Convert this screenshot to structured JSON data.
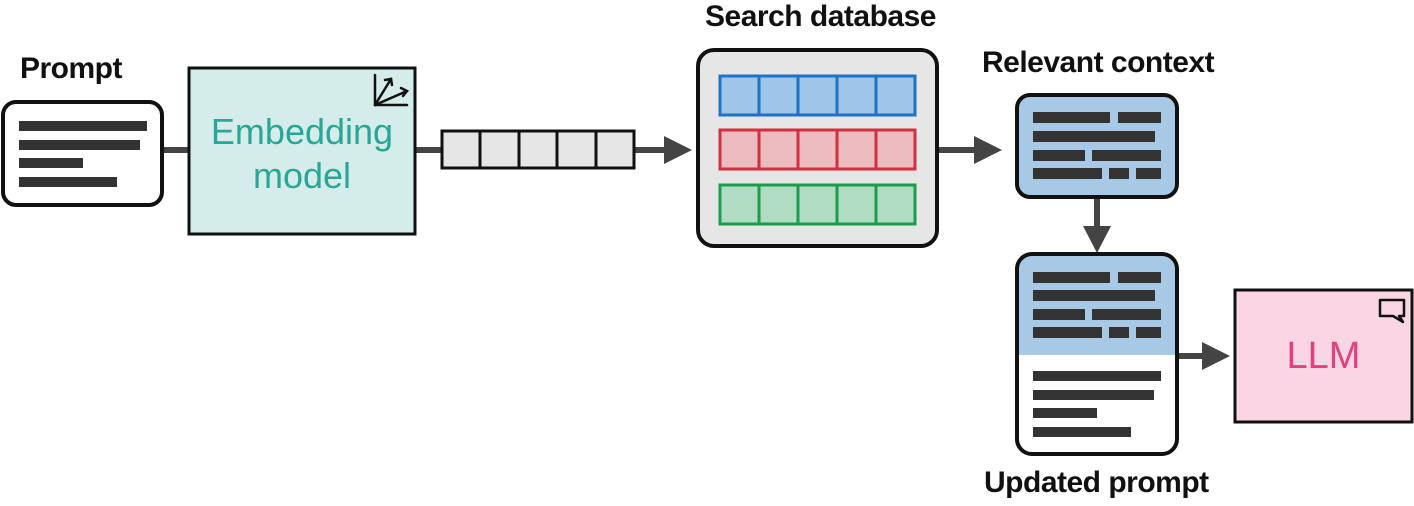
{
  "labels": {
    "prompt": "Prompt",
    "search_database": "Search database",
    "relevant_context": "Relevant context",
    "updated_prompt": "Updated prompt"
  },
  "embedding_model": {
    "line1": "Embedding",
    "line2": "model"
  },
  "llm": {
    "label": "LLM"
  },
  "colors": {
    "stroke": "#111111",
    "text_bar": "#333333",
    "arrow": "#444444",
    "embedding_fill": "#d4edea",
    "embedding_text": "#2aa596",
    "llm_fill": "#fad5e3",
    "llm_text": "#e2407f",
    "vector_fill": "#e6e6e6",
    "db_fill": "#e6e6e6",
    "context_fill": "#a8c9e6",
    "row_blue_fill": "#9ec6e8",
    "row_blue_stroke": "#1f72c4",
    "row_red_fill": "#edbcc0",
    "row_red_stroke": "#d0313f",
    "row_green_fill": "#b0dcc4",
    "row_green_stroke": "#1c9c4c"
  },
  "icons": {
    "embedding": "axes-vector-icon",
    "llm": "chat-bubble-icon"
  }
}
